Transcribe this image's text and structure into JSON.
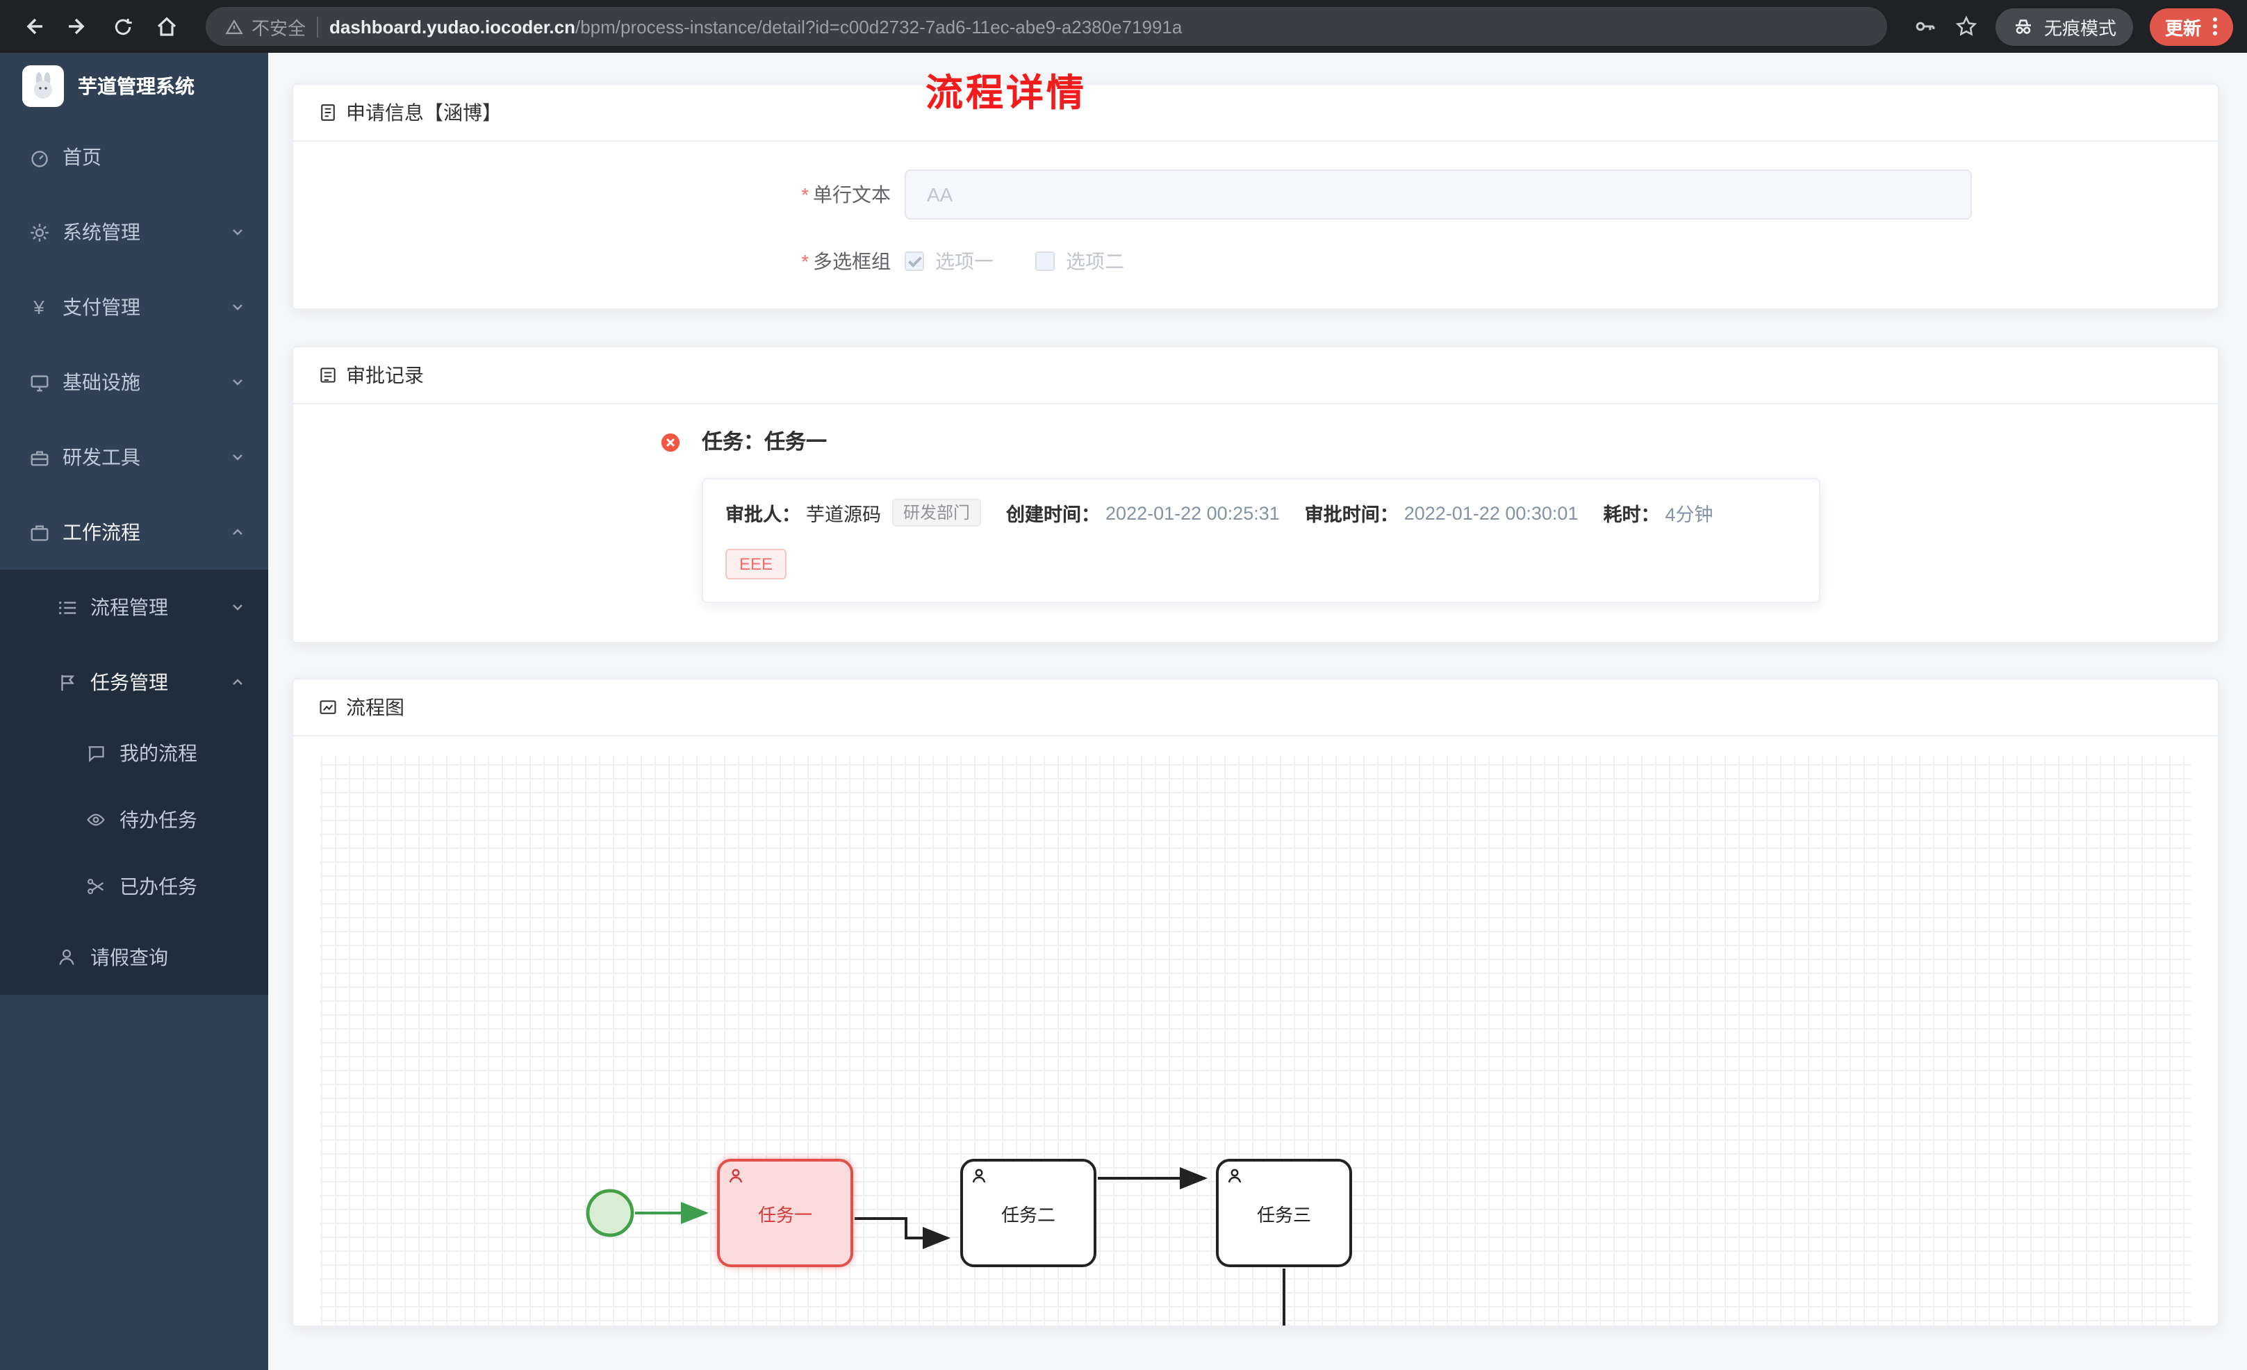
{
  "browser": {
    "security_label": "不安全",
    "url_host": "dashboard.yudao.iocoder.cn",
    "url_path": "/bpm/process-instance/detail?id=c00d2732-7ad6-11ec-abe9-a2380e71991a",
    "incognito_label": "无痕模式",
    "update_label": "更新"
  },
  "sidebar": {
    "app_title": "芋道管理系统",
    "items": [
      {
        "label": "首页"
      },
      {
        "label": "系统管理"
      },
      {
        "label": "支付管理"
      },
      {
        "label": "基础设施"
      },
      {
        "label": "研发工具"
      },
      {
        "label": "工作流程"
      },
      {
        "label": "流程管理"
      },
      {
        "label": "任务管理"
      },
      {
        "label": "我的流程"
      },
      {
        "label": "待办任务"
      },
      {
        "label": "已办任务"
      },
      {
        "label": "请假查询"
      }
    ]
  },
  "page": {
    "title": "流程详情",
    "apply": {
      "title": "申请信息【涵博】",
      "text_label": "单行文本",
      "text_placeholder": "AA",
      "checkbox_label": "多选框组",
      "option1": "选项一",
      "option2": "选项二"
    },
    "approval": {
      "title": "审批记录",
      "task_title": "任务：任务一",
      "approver_label": "审批人：",
      "approver": "芋道源码",
      "dept_tag": "研发部门",
      "created_label": "创建时间：",
      "created": "2022-01-22 00:25:31",
      "approved_label": "审批时间：",
      "approved": "2022-01-22 00:30:01",
      "duration_label": "耗时：",
      "duration": "4分钟",
      "comment_tag": "EEE"
    },
    "diagram": {
      "title": "流程图",
      "task1": "任务一",
      "task2": "任务二",
      "task3": "任务三"
    }
  }
}
